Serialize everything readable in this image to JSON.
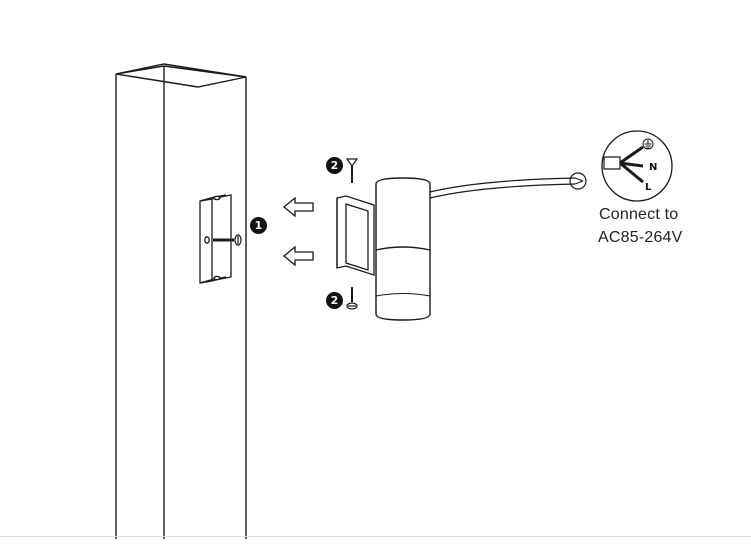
{
  "steps": {
    "step1": "1",
    "step2_top": "2",
    "step2_bottom": "2"
  },
  "wiring": {
    "neutral": "N",
    "live": "L",
    "caption_line1": "Connect to",
    "caption_line2": "AC85-264V"
  },
  "icons": {
    "ground": "ground-icon",
    "screw": "screw-icon",
    "arrow": "arrow-left-icon"
  },
  "colors": {
    "line": "#1a1a1a",
    "background": "#ffffff"
  }
}
